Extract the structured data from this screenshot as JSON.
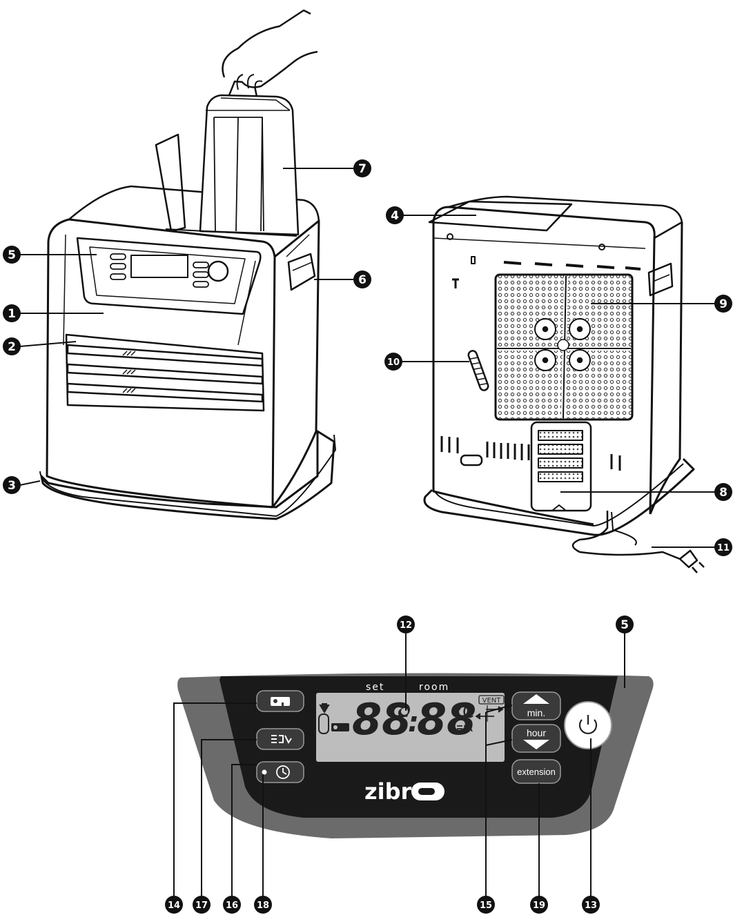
{
  "callouts": {
    "c1": "1",
    "c2": "2",
    "c3": "3",
    "c4": "4",
    "c5_top": "5",
    "c5_panel": "5",
    "c6": "6",
    "c7": "7",
    "c8": "8",
    "c9": "9",
    "c10": "10",
    "c11": "11",
    "c12": "12",
    "c13": "13",
    "c14": "14",
    "c15": "15",
    "c16": "16",
    "c17": "17",
    "c18": "18",
    "c19": "19"
  },
  "panel": {
    "lcd": {
      "set_label": "set",
      "room_label": "room",
      "digits_left": "88",
      "colon": ":",
      "digits_right": "88",
      "degree_unit": "°C",
      "small_degree": "°",
      "vent_label": "VENT"
    },
    "buttons": {
      "min_label": "min.",
      "hour_label": "hour",
      "extension_label": "extension"
    },
    "brand": "zibro"
  },
  "colors": {
    "panel_dark": "#1a1a1a",
    "panel_grey": "#6b6b6b",
    "lcd_bg": "#bdbdbd",
    "callout_fill": "#111111"
  }
}
